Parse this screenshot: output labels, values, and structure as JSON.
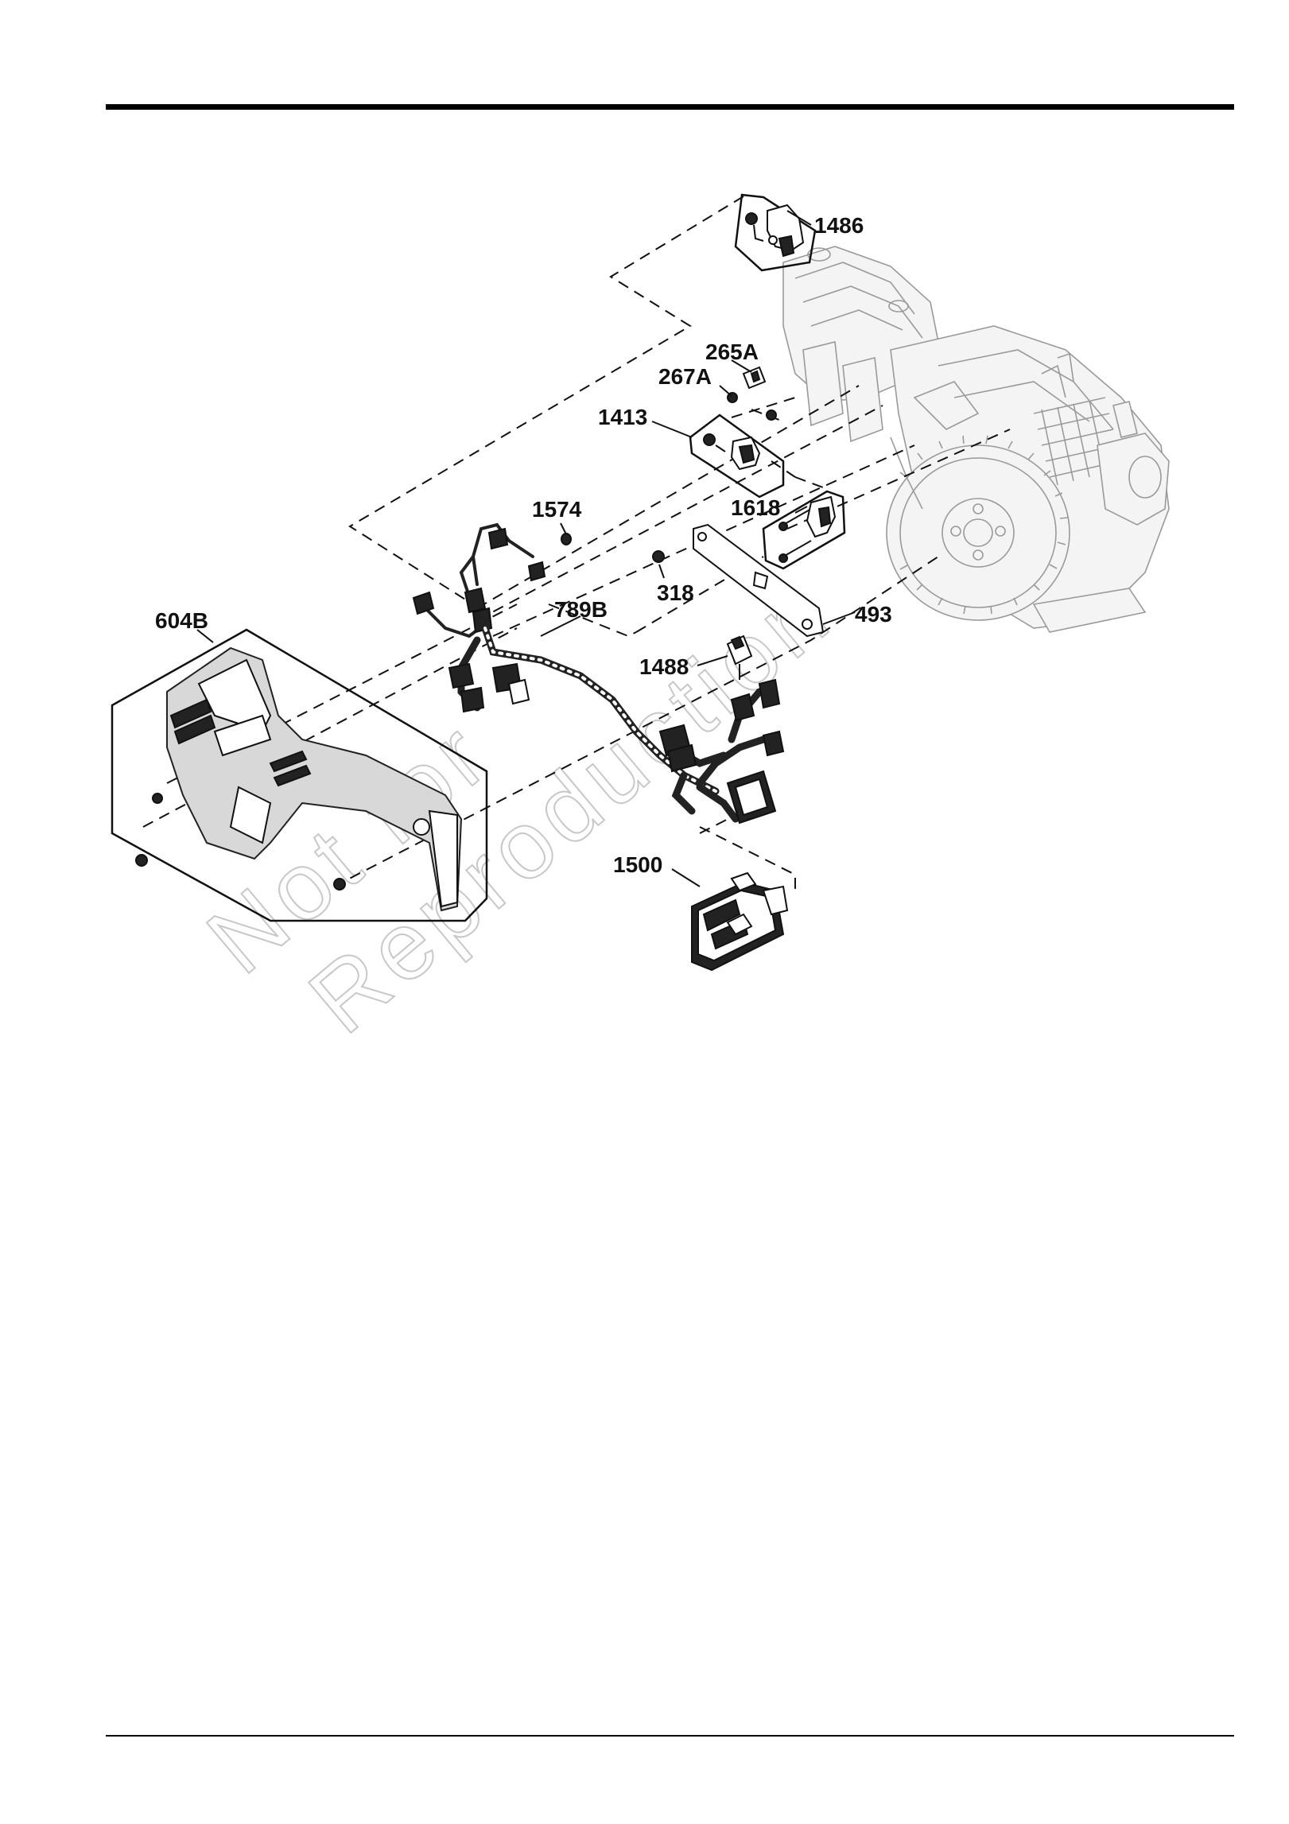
{
  "watermark": {
    "line1": "Not for",
    "line2": "Reproduction"
  },
  "callouts": {
    "c1486": "1486",
    "c265A": "265A",
    "c267A": "267A",
    "c1413": "1413",
    "c1574": "1574",
    "c1618": "1618",
    "c318": "318",
    "c493": "493",
    "c789B": "789B",
    "c604B": "604B",
    "c1488": "1488",
    "c1500": "1500"
  },
  "icons": {
    "engine": "engine-assembly-icon",
    "harness": "wiring-harness-icon",
    "cover": "harness-cover-icon",
    "ecu": "ecu-module-icon"
  }
}
